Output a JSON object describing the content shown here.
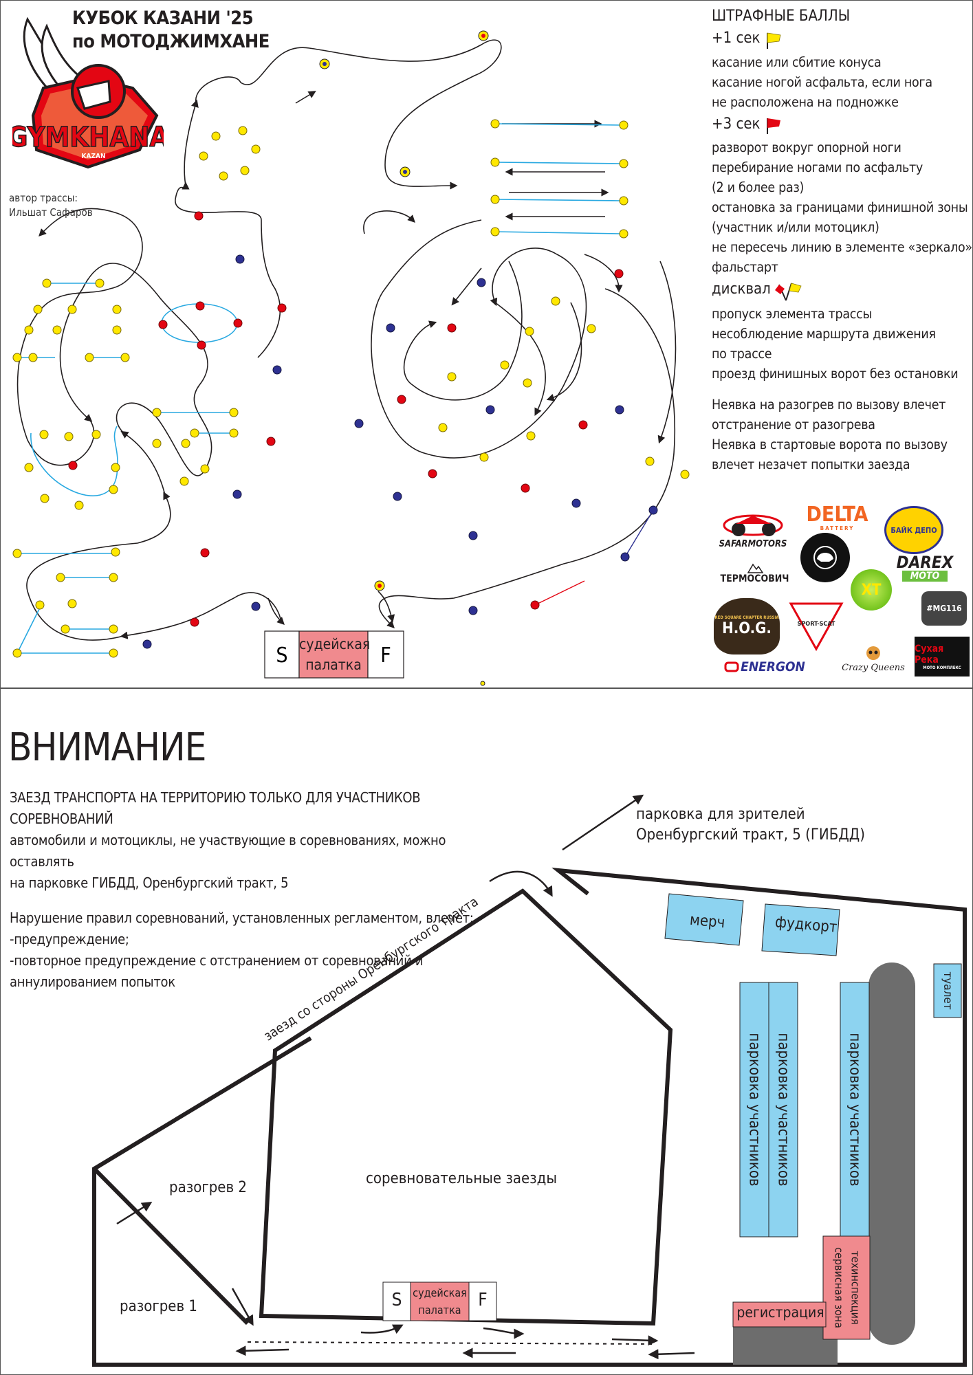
{
  "header": {
    "title_line1": "КУБОК КАЗАНИ '25",
    "title_line2": "по МОТОДЖИМХАНЕ",
    "logo_text": "GYMKHANA",
    "logo_subtext": "KAZAN",
    "author_label": "автор трассы:",
    "author_name": "Ильшат Сафаров"
  },
  "penalties": {
    "heading": "ШТРАФНЫЕ БАЛЛЫ",
    "groups": [
      {
        "label": "+1 сек",
        "flag": "yellow",
        "lines": [
          "касание или сбитие конуса",
          "касание ногой асфальта, если нога",
          "не расположена на подножке"
        ]
      },
      {
        "label": "+3 сек",
        "flag": "red",
        "lines": [
          "разворот вокруг опорной ноги",
          "перебирание ногами по асфальту",
          "(2 и более раз)",
          "остановка за границами финишной зоны",
          "(участник и/или мотоцикл)",
          "не пересечь линию в элементе «зеркало»",
          "фальстарт"
        ]
      },
      {
        "label": "дисквал",
        "flag": "red-yellow",
        "lines": [
          "пропуск элемента трассы",
          "несоблюдение маршрута движения",
          "по трассе",
          "проезд финишных ворот без остановки"
        ]
      }
    ],
    "notes": [
      "Неявка на разогрев по вызову влечет",
      "отстранение от разогрева",
      "Неявка в стартовые ворота по вызову",
      "влечет незачет попытки заезда"
    ]
  },
  "sponsors": {
    "safarmotors": "SAFARMOTORS",
    "delta": "DELTA",
    "delta_sub": "BATTERY",
    "bike": "БАЙК ДЕПО",
    "darex": "DAREX",
    "darex_sub": "MOTO",
    "termosovich": "ТЕРМОСОВИЧ",
    "hog": "H.O.G.",
    "hog_sub": "RED SQUARE CHAPTER RUSSIA",
    "sportscat": "SPORT-SCAT",
    "mg116": "#MG116",
    "energon": "ENERGON",
    "crazyqueens": "Crazy Queens",
    "sukhaya": "Сухая Река",
    "sukhaya_sub": "МОТО КОМПЛЕКС",
    "xt": "XT"
  },
  "track": {
    "start": "S",
    "judge_tent": "судейская палатка",
    "finish": "F"
  },
  "notice": {
    "heading": "ВНИМАНИЕ",
    "lines": [
      "ЗАЕЗД ТРАНСПОРТА НА ТЕРРИТОРИЮ ТОЛЬКО ДЛЯ УЧАСТНИКОВ СОРЕВНОВАНИЙ",
      "автомобили и мотоциклы, не участвующие в соревнованиях, можно оставлять",
      "на парковке ГИБДД, Оренбургский тракт, 5"
    ],
    "rules_lines": [
      "Нарушение правил соревнований, установленных регламентом, влечет:",
      "-предупреждение;",
      "-повторное предупреждение с отстранением от соревнований и",
      "аннулированием попыток"
    ]
  },
  "site_map": {
    "spectator_parking_1": "парковка для зрителей",
    "spectator_parking_2": "Оренбургский тракт, 5 (ГИБДД)",
    "entry_road": "заезд со стороны Оренбургского тракта",
    "merch": "мерч",
    "foodcourt": "фудкорт",
    "toilet": "туалет",
    "participant_parking": "парковка участников",
    "warmup_2": "разогрев 2",
    "warmup_1": "разогрев 1",
    "competition": "соревновательные заезды",
    "tech_inspection": "техинспекция",
    "service_zone": "сервисная зона",
    "registration": "регистрация",
    "start": "S",
    "judge_tent": "судейская палатка",
    "finish": "F"
  },
  "colors": {
    "cone_yellow": "#ffe800",
    "cone_red": "#e30613",
    "cone_blue": "#2e3192",
    "line_blue": "#29a9e1",
    "zone_blue": "#8dd3f0",
    "zone_pink": "#f08a8e",
    "dark_gray": "#6d6d6d"
  }
}
